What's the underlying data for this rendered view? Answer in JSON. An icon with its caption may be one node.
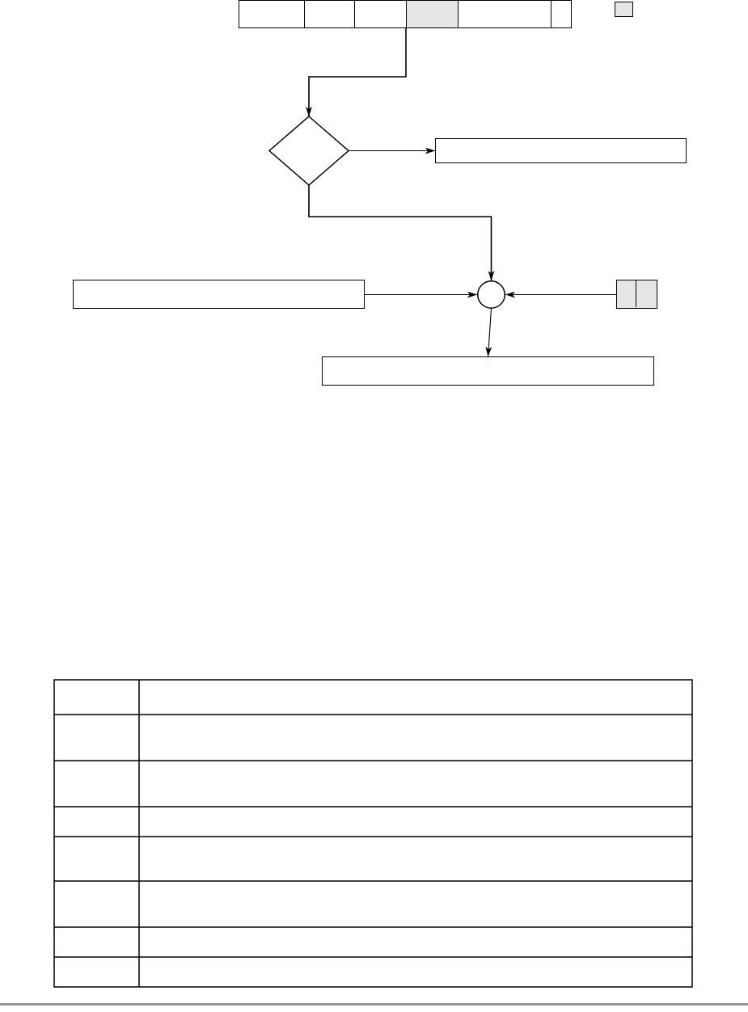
{
  "diagram": {
    "nodes": [
      {
        "text": [],
        "shape": "box"
      },
      {
        "text": [],
        "shape": "box"
      },
      {
        "text": [],
        "shape": "box"
      },
      {
        "text": [],
        "shape": "box"
      },
      {
        "text": [],
        "shape": "box"
      },
      {
        "text": [],
        "shape": "box"
      },
      {
        "text": [],
        "shape": "box"
      },
      {
        "text": [],
        "shape": "diamond"
      },
      {
        "text": [],
        "shape": "box"
      },
      {
        "text": [],
        "shape": "box"
      },
      {
        "text": [],
        "shape": "circle"
      },
      {
        "text": [],
        "shape": "box"
      },
      {
        "text": [],
        "shape": "box"
      }
    ],
    "edges": [
      {
        "from": 3,
        "to": 7,
        "arrow": "to"
      },
      {
        "from": 7,
        "to": 8,
        "arrow": "to"
      },
      {
        "from": 7,
        "to": 10,
        "arrow": "to"
      },
      {
        "from": 9,
        "to": 10,
        "arrow": "to"
      },
      {
        "from": 11,
        "to": 10,
        "arrow": "to"
      },
      {
        "from": 10,
        "to": 12,
        "arrow": "to"
      }
    ]
  }
}
